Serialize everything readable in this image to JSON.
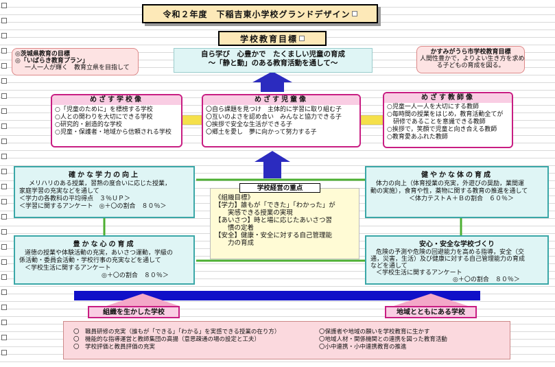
{
  "title": "令和２年度　下稲吉東小学校グランドデザイン",
  "goals_banner": "学校教育目標",
  "school_goal": {
    "line1": "自ら学び　心豊かで　たくましい児童の育成",
    "line2": "～「静と動」のある教育活動を通して～"
  },
  "prefecture": {
    "line1": "◎茨城県教育の目標",
    "line2": "◎「いばらき教育プラン」",
    "line3": "一人一人が輝く　教育立県を目指して"
  },
  "city": {
    "title": "かすみがうら市学校教育目標",
    "line1": "人間性豊かで，よりよい生き方を求め",
    "line2": "る子どもの育成を図る。"
  },
  "school_image": {
    "title": "めざす学校像",
    "items": [
      "○「児童のために」を標榜する学校",
      "○人との関わりを大切にできる学校",
      "○研究的・創造的な学校",
      "○児童・保護者・地域から信頼される学校"
    ]
  },
  "child_image": {
    "title": "めざす児童像",
    "items": [
      "〇自ら課題を見つけ　主体的に学習に取り組む子",
      "〇互いのよさを認め合い　みんなと協力できる子",
      "〇挨拶で安全な生活ができる子",
      "〇郷土を愛し　夢に向かって努力する子"
    ]
  },
  "teacher_image": {
    "title": "めざす教師像",
    "items": [
      "○児童一人一人を大切にする教師",
      "○毎時間の授業をはじめ，教育活動全てが",
      "　研修であることを意識できる教師",
      "○挨拶で，笑顔で児童と向き合える教師",
      "○教育愛あふれた教師"
    ]
  },
  "academic": {
    "title": "確かな学力の向上",
    "lines": [
      "メリハリのある授業，習熟の度合いに応じた授業，",
      "家庭学習の充実などを通して",
      "＜学力の各教科の平均得点　３％ＵＰ＞",
      "＜学習に関するアンケート　◎＋〇の割合　８０％＞"
    ]
  },
  "heart": {
    "title": "豊かな心の育成",
    "lines": [
      "道徳の授業や体験活動の充実，あいさつ運動，学級の",
      "係活動・委員会活動・学校行事の充実などを通して",
      "＜学校生活に関するアンケート",
      "◎＋〇の割合　８０％＞"
    ]
  },
  "body_health": {
    "title": "健やかな体の育成",
    "lines": [
      "体力の向上（体育授業の充実，外遊びの奨励，業間運",
      "動の実施），食育や性，薬物に関する教育の推進を通して",
      "＜体力テストＡ＋Ｂの割合　６０％＞"
    ]
  },
  "safety": {
    "title": "安心・安全な学校づくり",
    "lines": [
      "危険の予測や危険の回避能力を高める指導，安全（交",
      "通，災害，生活）及び健康に対する自己管理能力の育成",
      "などを通して",
      "＜学校生活に関するアンケート",
      "◎＋〇の割合　８０％＞"
    ]
  },
  "focus": {
    "title": "学校経営の重点",
    "lines": [
      "《組織目標》",
      "【学力】誰もが「できた」「わかった」が",
      "　　実感できる授業の実現",
      "【あいさつ】時と場に応じたあいさつ習",
      "　　慣の定着",
      "【安全】健康・安全に対する自己管理能",
      "　　力の育成"
    ]
  },
  "org_school": "組織を生かした学校",
  "community_school": "地域とともにある学校",
  "bottom_left": [
    "〇　職員研修の充実（誰もが「できる」「わかる」を実感できる授業の在り方）",
    "〇　機能的な指導運営と教師集団の高揚（意思疎通の場の設定と工夫）",
    "〇　学校評価と教員評価の充実"
  ],
  "bottom_right": [
    "〇保護者や地域の願いを学校教育に生かす",
    "〇地域人材・関係機関との連携を図った教育活動",
    "〇小中連携・小中連携教育の推進"
  ],
  "colors": {
    "title_fill": "#fde9b8",
    "teal_border": "#3aa7a7",
    "teal_fill": "#dff5f5",
    "magenta": "#c81d82",
    "pink": "#f9cde3",
    "arrow_blue": "#2b2bbf",
    "bar_blue": "#1010c8",
    "green": "#4caf32"
  }
}
